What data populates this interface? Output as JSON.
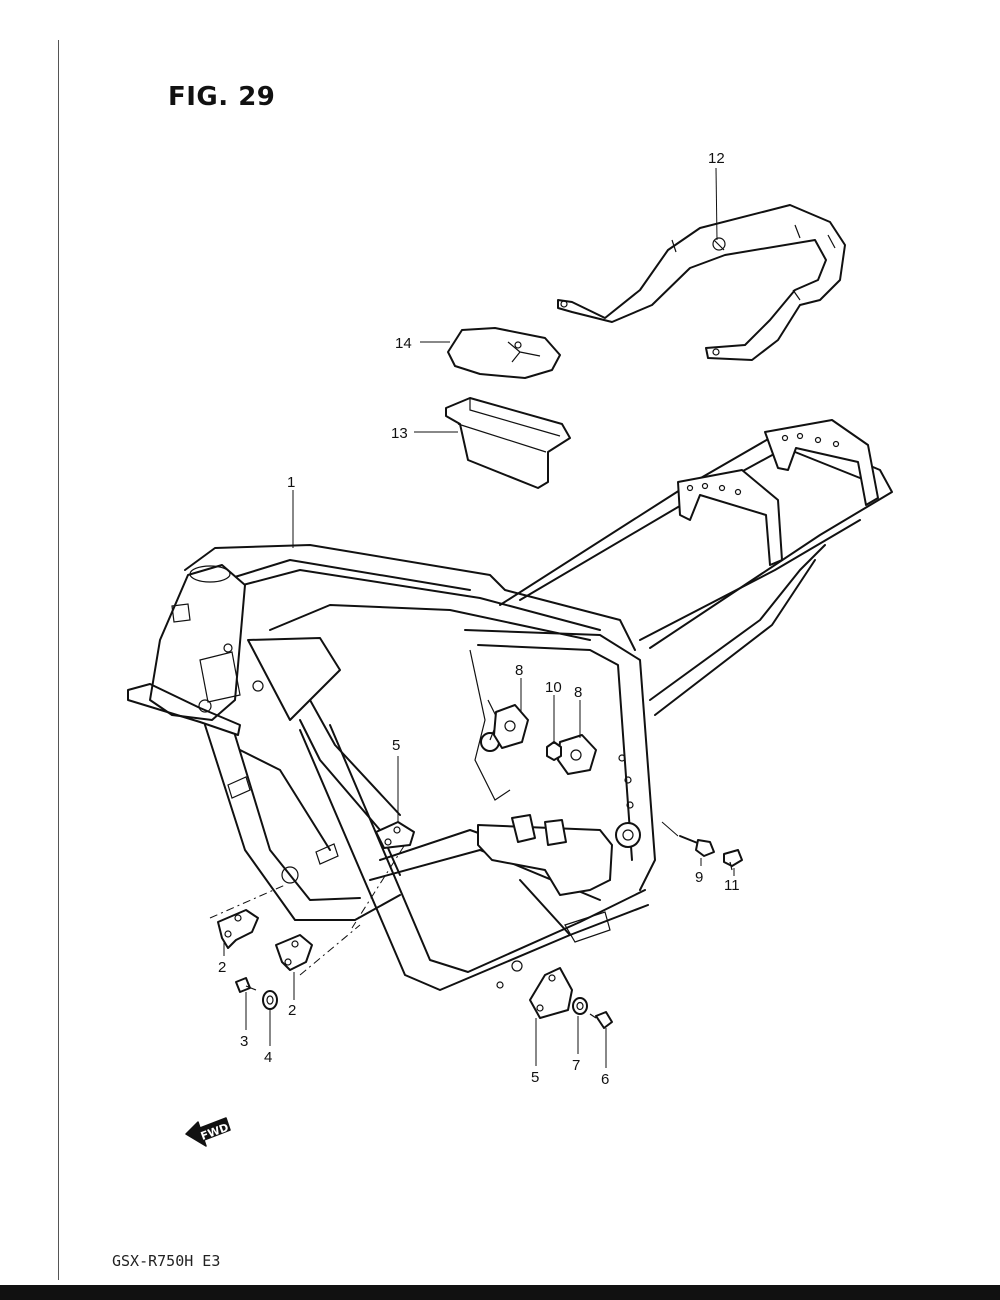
{
  "figure": {
    "title": "FIG. 29"
  },
  "footer": {
    "model_code": "GSX-R750H E3"
  },
  "fwd_arrow": {
    "label": "FWD",
    "icon": "fwd-arrow-icon"
  },
  "callouts": {
    "c1": "1",
    "c2a": "2",
    "c2b": "2",
    "c3": "3",
    "c4": "4",
    "c5a": "5",
    "c5b": "5",
    "c6": "6",
    "c7": "7",
    "c8a": "8",
    "c8b": "8",
    "c9": "9",
    "c10": "10",
    "c11": "11",
    "c12": "12",
    "c13": "13",
    "c14": "14"
  }
}
